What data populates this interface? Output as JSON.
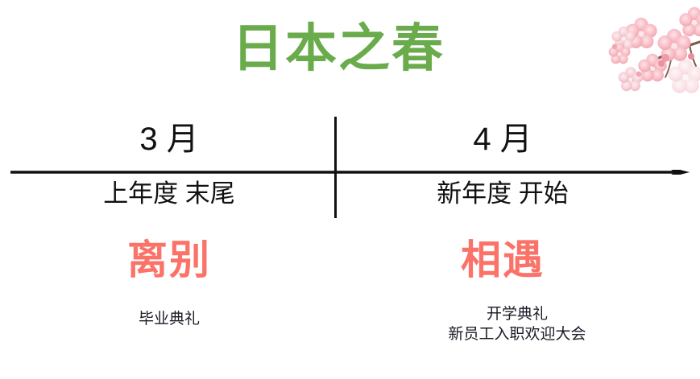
{
  "slide": {
    "title": "日本之春",
    "title_color": "#6aab4c",
    "background_color": "#ffffff",
    "accent_color": "#fa7268",
    "text_color": "#111111"
  },
  "decoration": {
    "sakura_label": "sakura-branch-illustration"
  },
  "timeline": {
    "axis_label": "timeline-arrow-right",
    "columns": [
      {
        "month": "3 月",
        "period": "上年度 末尾",
        "keyword": "离别",
        "events": "毕业典礼"
      },
      {
        "month": "4 月",
        "period": "新年度 开始",
        "keyword": "相遇",
        "events": "开学典礼\n新员工入职欢迎大会"
      }
    ]
  }
}
